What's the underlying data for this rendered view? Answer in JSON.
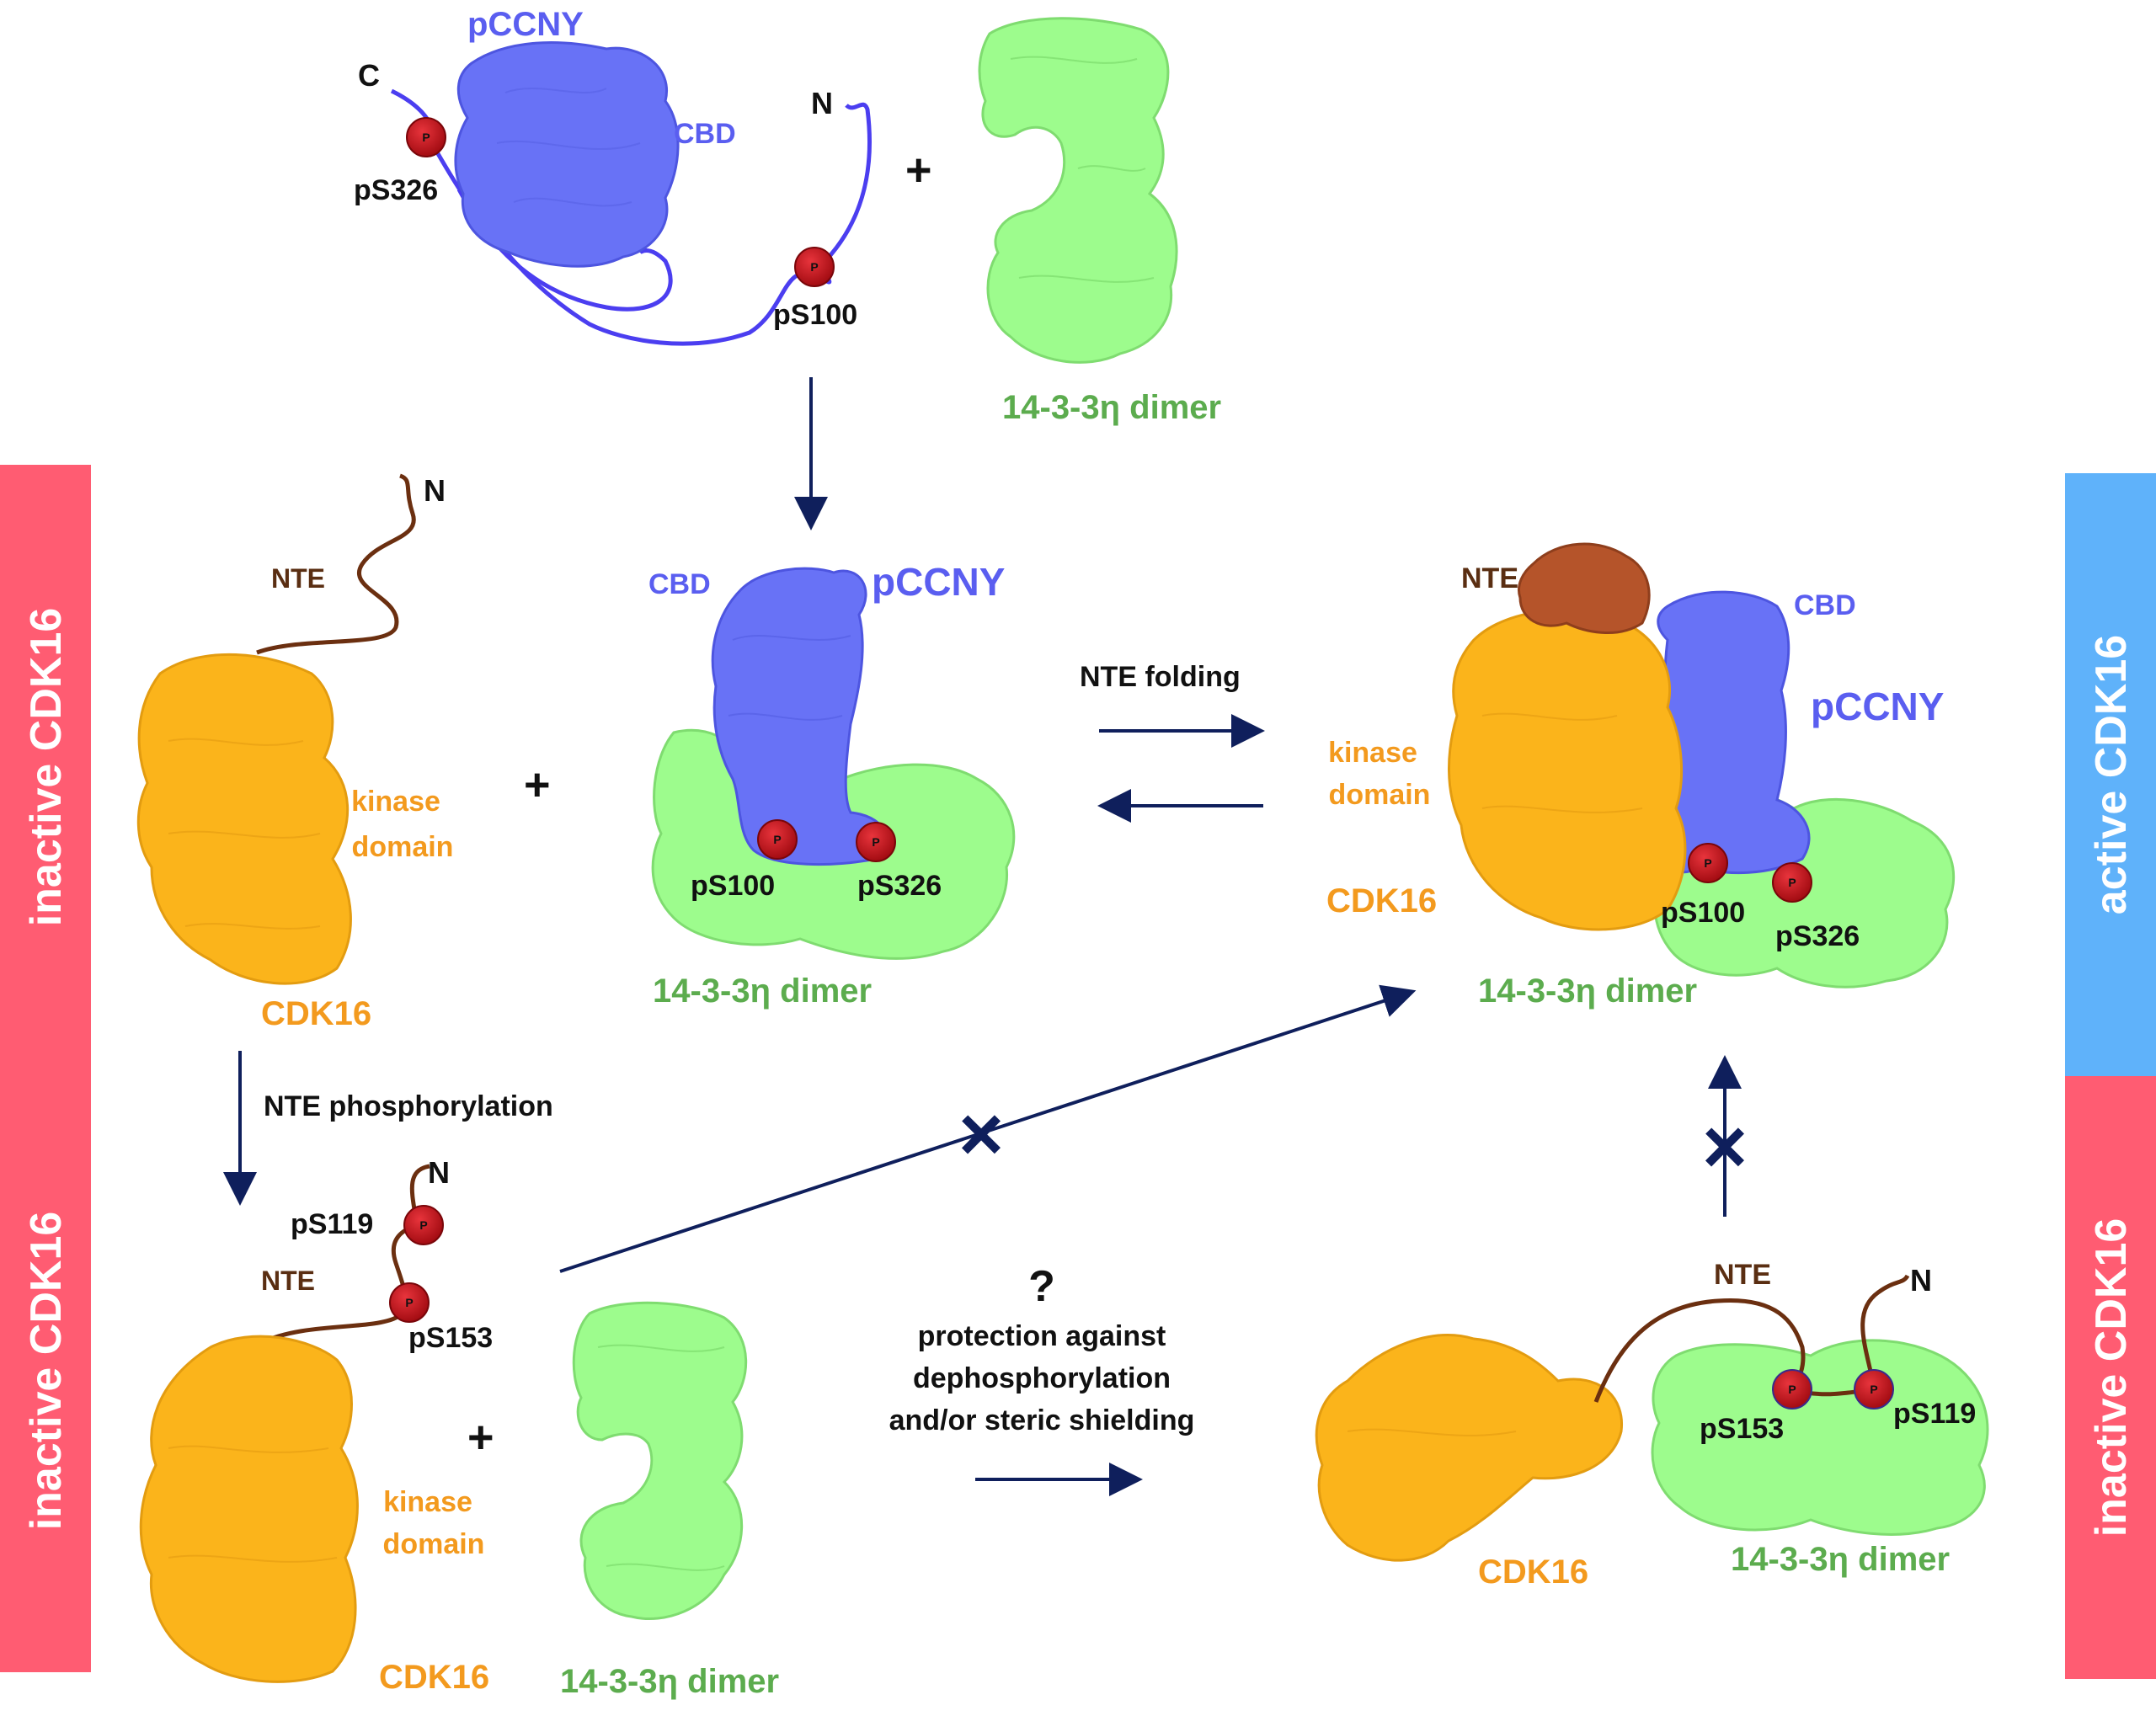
{
  "colors": {
    "cyclin": "#6872f6",
    "cyclin_dark": "#4d55e0",
    "protein1433": "#9dfc8d",
    "protein1433_dark": "#7fdc70",
    "cdk16": "#fbb41b",
    "cdk16_dark": "#e39c10",
    "nte_folded": "#b5542a",
    "phospho": "#c8121a",
    "arrow": "#0f1f5c",
    "linker_blue": "#4b3ef0",
    "linker_brown": "#6b2f10",
    "bar_inactive": "#ff5c72",
    "bar_active": "#5fb2fa",
    "text_blue": "#5a5ef0",
    "text_green": "#5cac4e",
    "text_orange": "#f39a1e",
    "text_brown": "#5a2e12"
  },
  "sidebars": {
    "left_top": "inactive CDK16",
    "left_bottom": "inactive CDK16",
    "right_top": "active CDK16",
    "right_bottom": "inactive CDK16"
  },
  "phospho_symbol": "P",
  "top_row": {
    "cyclin_name": "pCCNY",
    "cbd": "CBD",
    "c_term": "C",
    "n_term": "N",
    "site_a": "pS326",
    "site_b": "pS100",
    "plus": "+",
    "partner": "14-3-3η dimer"
  },
  "middle_left": {
    "n_term": "N",
    "nte": "NTE",
    "domain_line1": "kinase",
    "domain_line2": "domain",
    "name": "CDK16",
    "plus": "+"
  },
  "middle_center": {
    "cbd": "CBD",
    "cyclin_name": "pCCNY",
    "site_a": "pS100",
    "site_b": "pS326",
    "partner": "14-3-3η dimer"
  },
  "equilibrium_label": "NTE folding",
  "active_complex": {
    "nte": "NTE",
    "cbd": "CBD",
    "cyclin_name": "pCCNY",
    "domain_line1": "kinase",
    "domain_line2": "domain",
    "name": "CDK16",
    "site_a": "pS100",
    "site_b": "pS326",
    "partner": "14-3-3η dimer"
  },
  "phosphorylation_label": "NTE phosphorylation",
  "bottom_left": {
    "n_term": "N",
    "site_a": "pS119",
    "nte": "NTE",
    "site_b": "pS153",
    "plus": "+",
    "domain_line1": "kinase",
    "domain_line2": "domain",
    "name": "CDK16",
    "partner": "14-3-3η dimer"
  },
  "question": {
    "mark": "?",
    "line1": "protection against",
    "line2": "dephosphorylation",
    "line3": "and/or steric shielding"
  },
  "bottom_right": {
    "nte": "NTE",
    "n_term": "N",
    "site_a": "pS153",
    "site_b": "pS119",
    "name": "CDK16",
    "partner": "14-3-3η dimer"
  },
  "blocked_mark": "×"
}
